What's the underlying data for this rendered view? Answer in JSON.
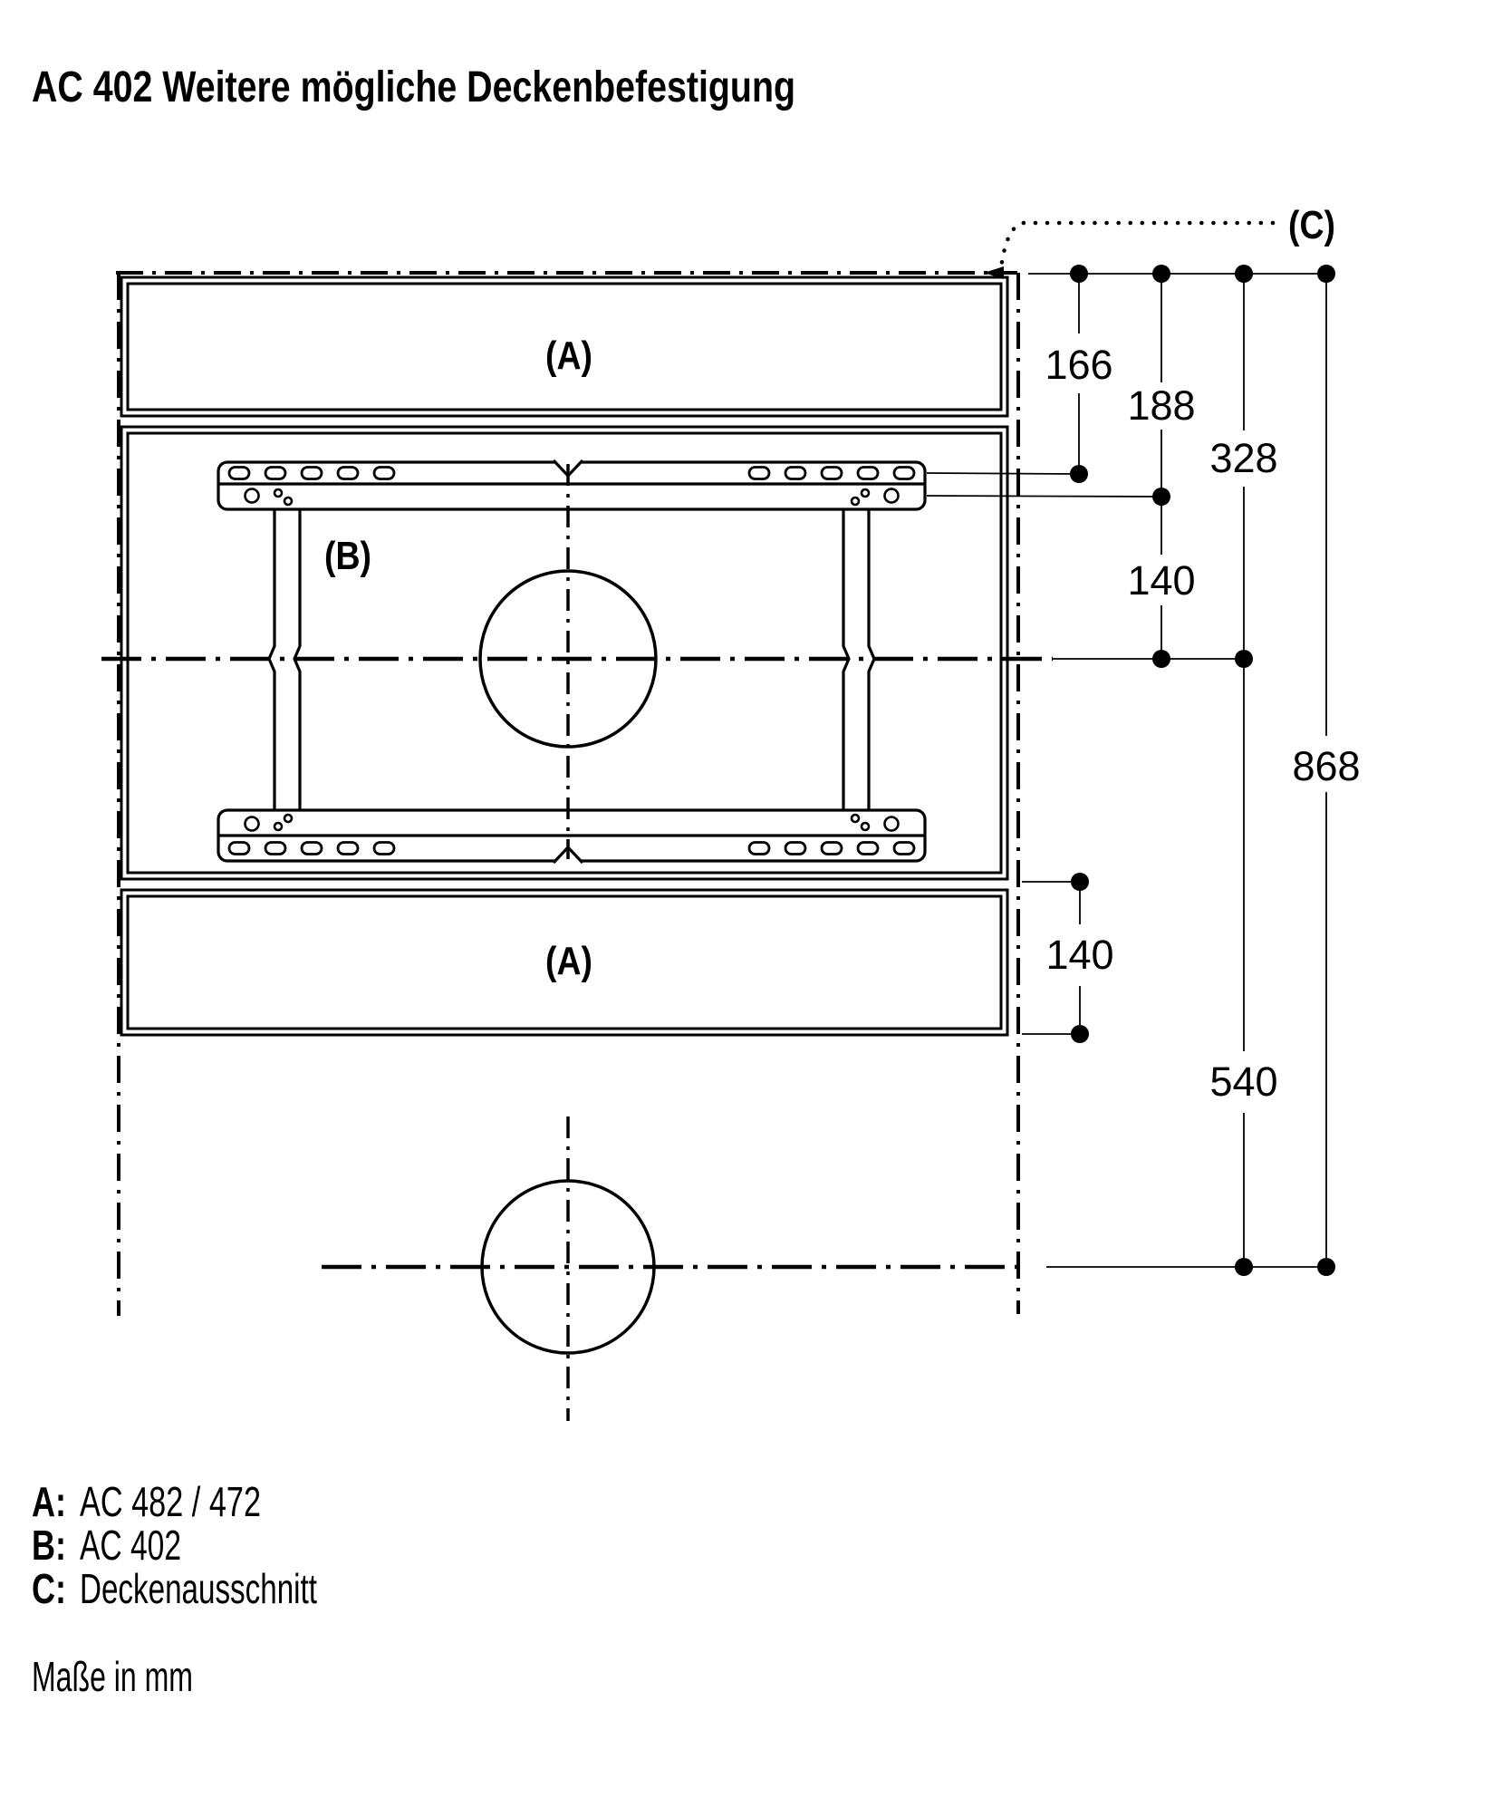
{
  "title": "AC 402 Weitere mögliche Deckenbefestigung",
  "colors": {
    "ink": "#000000",
    "background": "#ffffff"
  },
  "diagram": {
    "part_labels": {
      "a_top": "(A)",
      "b": "(B)",
      "a_bottom": "(A)",
      "c": "(C)"
    },
    "dims": {
      "d166": "166",
      "d188": "188",
      "d328": "328",
      "d140_top": "140",
      "d868": "868",
      "d140_bottom": "140",
      "d540": "540"
    }
  },
  "legend": {
    "items": [
      {
        "key": "A:",
        "value": "AC 482 / 472"
      },
      {
        "key": "B:",
        "value": "AC 402"
      },
      {
        "key": "C:",
        "value": "Deckenausschnitt"
      }
    ],
    "note": "Maße in mm"
  }
}
